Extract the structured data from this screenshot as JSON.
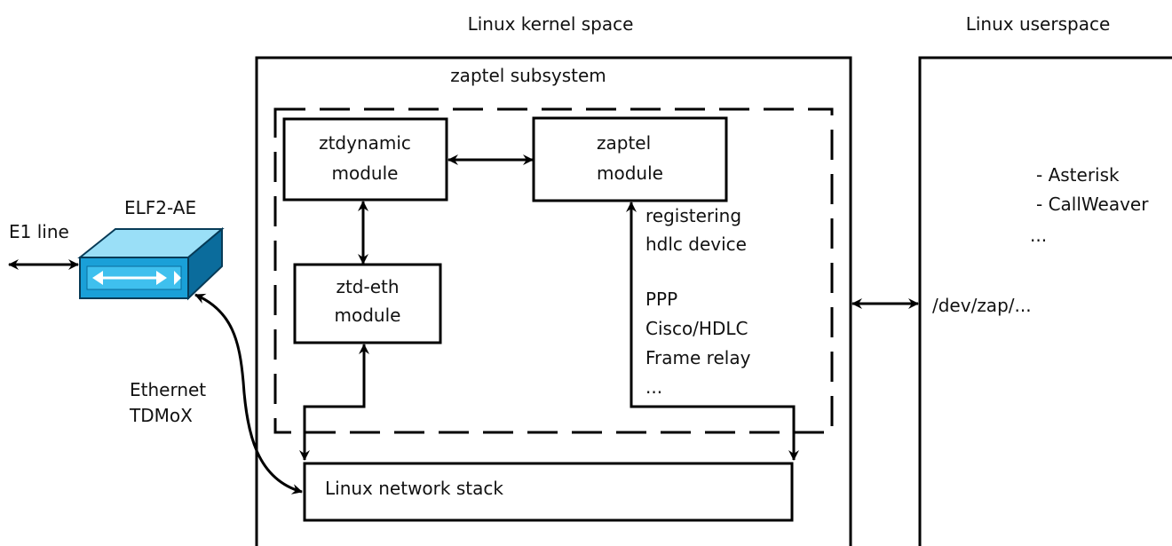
{
  "headers": {
    "kernel_space": "Linux kernel space",
    "userspace": "Linux userspace"
  },
  "zaptel": {
    "subsystem_label": "zaptel subsystem",
    "ztdynamic_line1": "ztdynamic",
    "ztdynamic_line2": "module",
    "zaptel_line1": "zaptel",
    "zaptel_line2": "module",
    "ztdeth_line1": "ztd-eth",
    "ztdeth_line2": "module"
  },
  "hdlc": {
    "line1": "registering",
    "line2": "hdlc device",
    "protocols": [
      "PPP",
      "Cisco/HDLC",
      "Frame relay",
      "..."
    ]
  },
  "network_stack_label": "Linux network stack",
  "device": {
    "name": "ELF2-AE",
    "e1_label": "E1 line",
    "ethernet_label": "Ethernet",
    "tdmox_label": "TDMoX",
    "body_color": "#1aa0d8",
    "panel_color": "#3fc0ee",
    "top_color": "#9adff7",
    "side_color": "#0b6c9c"
  },
  "userspace": {
    "apps": [
      "- Asterisk",
      "- CallWeaver",
      "..."
    ],
    "dev_path": "/dev/zap/..."
  }
}
